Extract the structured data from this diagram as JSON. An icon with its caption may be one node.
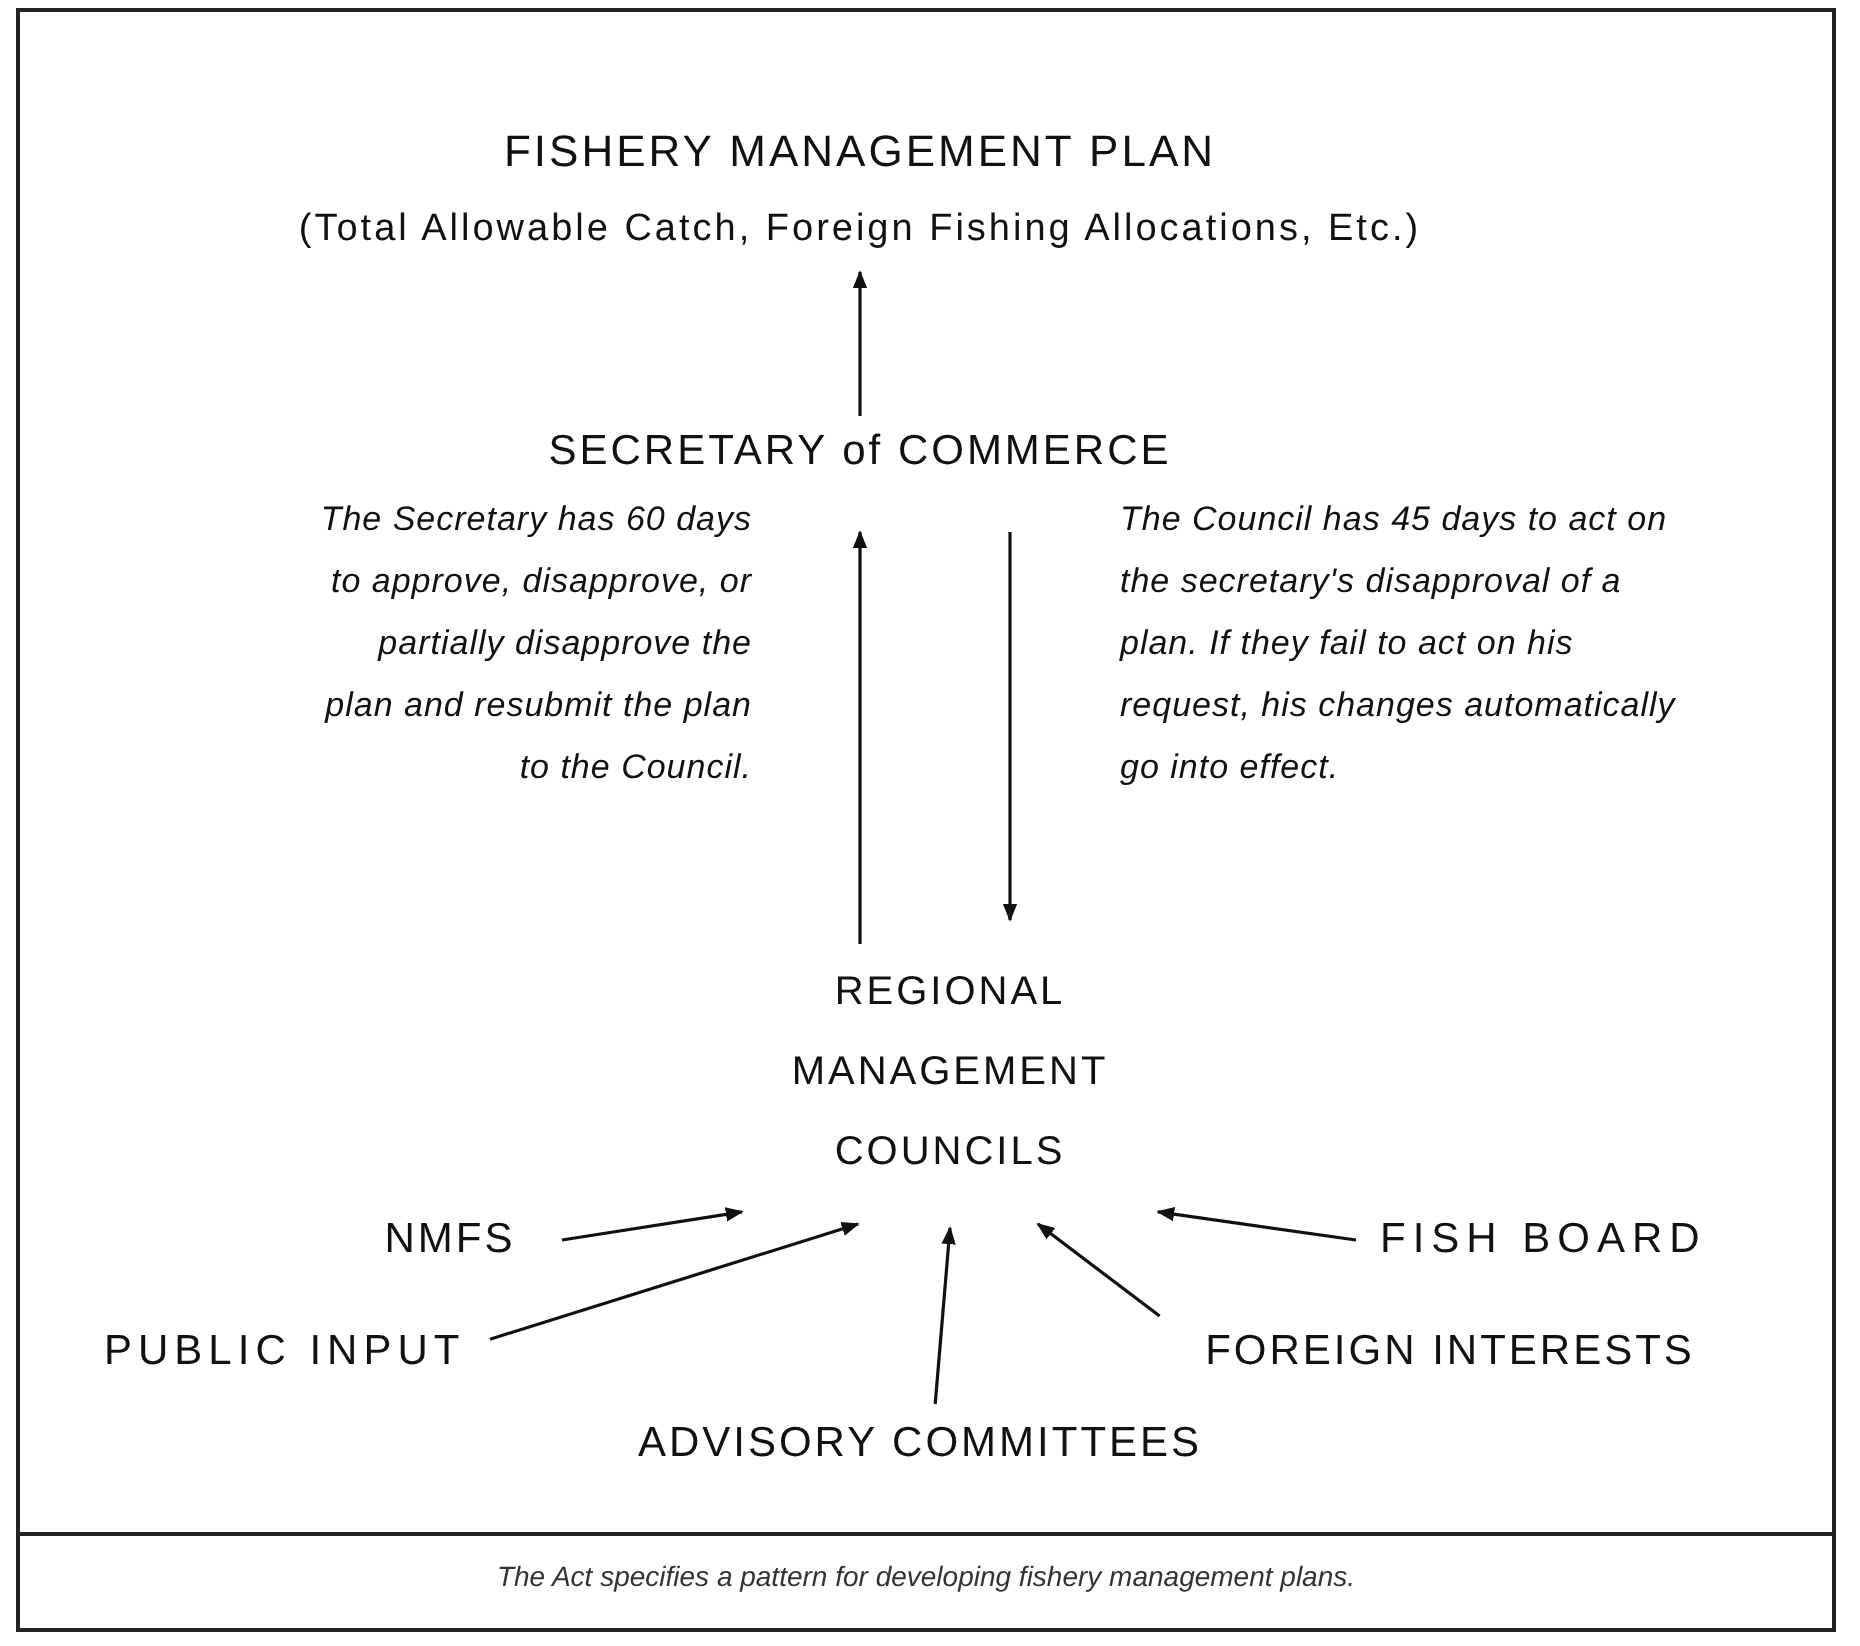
{
  "diagram": {
    "caption": "The Act specifies a pattern for developing fishery management plans.",
    "nodes": [
      {
        "text": [
          "FISHERY MANAGEMENT PLAN",
          "(Total Allowable Catch, Foreign Fishing Allocations, Etc.)"
        ]
      },
      {
        "text": [
          "SECRETARY of COMMERCE"
        ]
      },
      {
        "text": [
          "REGIONAL MANAGEMENT COUNCILS"
        ]
      },
      {
        "text": [
          "NMFS"
        ]
      },
      {
        "text": [
          "PUBLIC INPUT"
        ]
      },
      {
        "text": [
          "ADVISORY COMMITTEES"
        ]
      },
      {
        "text": [
          "FOREIGN INTERESTS"
        ]
      },
      {
        "text": [
          "FISH BOARD"
        ]
      }
    ],
    "edges": [
      {
        "from": 1,
        "to": 0,
        "arrow": "to"
      },
      {
        "from": 2,
        "to": 1,
        "arrow": "to"
      },
      {
        "from": 1,
        "to": 2,
        "arrow": "to"
      },
      {
        "from": 3,
        "to": 2,
        "arrow": "to"
      },
      {
        "from": 4,
        "to": 2,
        "arrow": "to"
      },
      {
        "from": 5,
        "to": 2,
        "arrow": "to"
      },
      {
        "from": 6,
        "to": 2,
        "arrow": "to"
      },
      {
        "from": 7,
        "to": 2,
        "arrow": "to"
      }
    ],
    "labels": [
      "The Secretary has 60 days to approve, disapprove, or partially disapprove the plan and resubmit the plan to the Council.",
      "The Council has 45 days to act on the secretary's disapproval of a plan. If they fail to act on his request, his changes automatically go into effect."
    ]
  }
}
